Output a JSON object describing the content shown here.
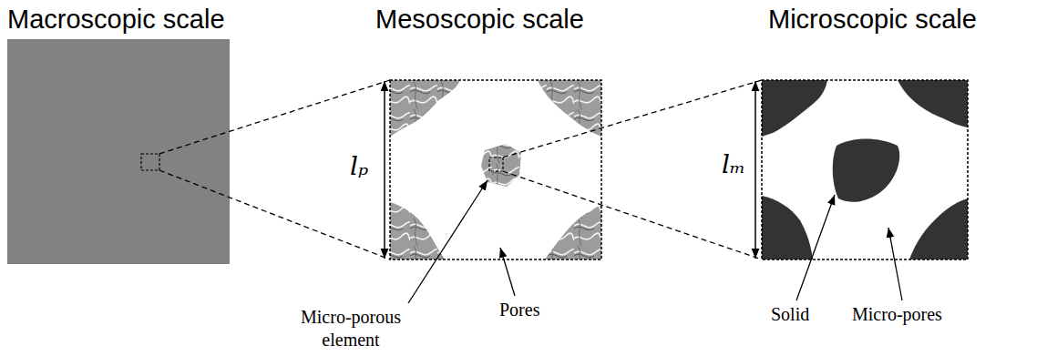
{
  "diagram": {
    "nodes": [
      {
        "text": [
          "Macroscopic scale"
        ]
      },
      {
        "text": [
          "Mesoscopic scale"
        ]
      },
      {
        "text": [
          "Microscopic scale"
        ]
      }
    ],
    "edges": [
      {
        "from": 0,
        "to": 1,
        "arrow": "none"
      },
      {
        "from": 1,
        "to": 2,
        "arrow": "none"
      }
    ],
    "labels": [
      "lₚ",
      "lₘ",
      "Micro-porous element",
      "Pores",
      "Solid",
      "Micro-pores"
    ]
  }
}
